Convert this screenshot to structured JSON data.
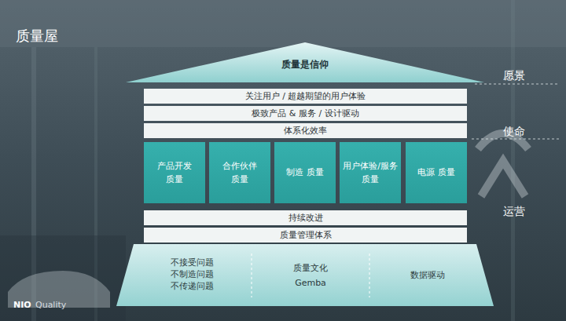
{
  "diagram": {
    "title": "质量屋",
    "nodes": [
      {
        "text": [
          "质量是信仰"
        ]
      },
      {
        "text": [
          "关注用户 / 超越期望的用户体验"
        ]
      },
      {
        "text": [
          "极致产品 & 服务 / 设计驱动"
        ]
      },
      {
        "text": [
          "体系化效率"
        ]
      },
      {
        "text": [
          "产品开发 质量"
        ]
      },
      {
        "text": [
          "合作伙伴 质量"
        ]
      },
      {
        "text": [
          "制造 质量"
        ]
      },
      {
        "text": [
          "用户体验/服务 质量"
        ]
      },
      {
        "text": [
          "电源 质量"
        ]
      },
      {
        "text": [
          "持续改进"
        ]
      },
      {
        "text": [
          "质量管理体系"
        ]
      },
      {
        "text": [
          "不接受问题 不制造问题 不传递问题",
          "质量文化",
          "Gemba",
          "数据驱动"
        ]
      }
    ],
    "labels": [
      "愿景",
      "使命",
      "运营",
      "NIO",
      "Quality"
    ]
  }
}
